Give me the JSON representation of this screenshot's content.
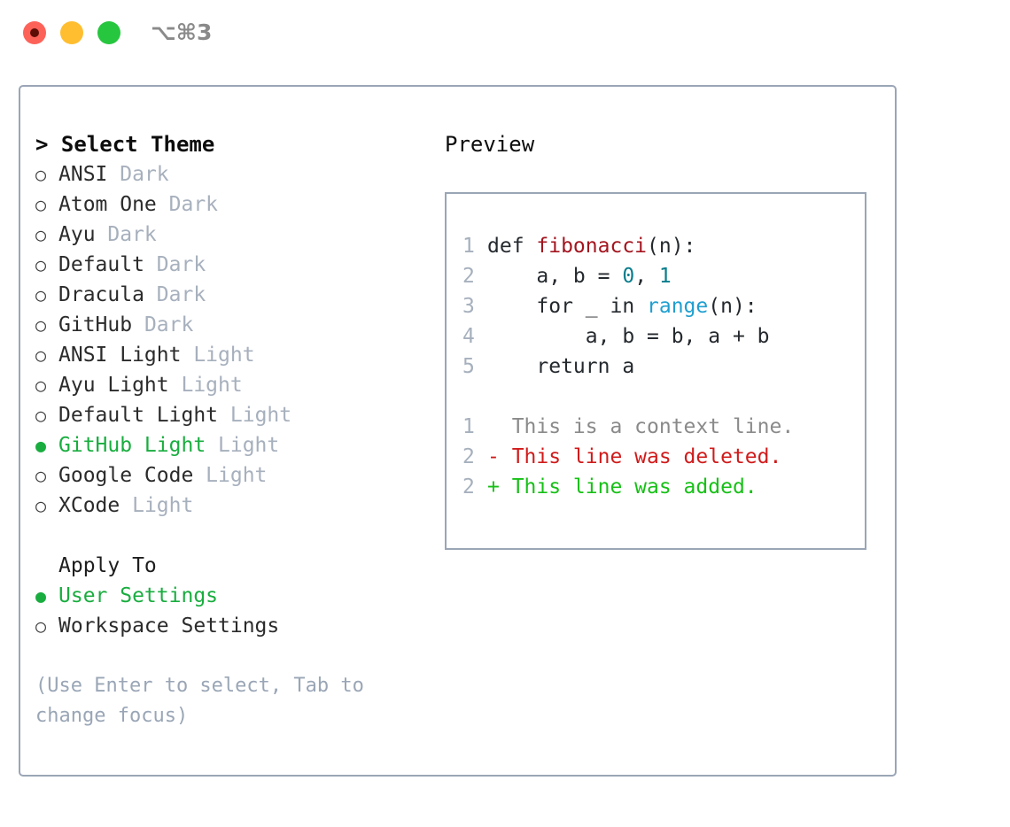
{
  "titlebar": {
    "shortcut": "⌥⌘3",
    "lights": [
      "close",
      "minimize",
      "maximize"
    ]
  },
  "left": {
    "heading": "> Select Theme",
    "marker_selected": "●",
    "marker_unselected": "○",
    "themes": [
      {
        "name": "ANSI",
        "variant": "Dark",
        "selected": false
      },
      {
        "name": "Atom One",
        "variant": "Dark",
        "selected": false
      },
      {
        "name": "Ayu",
        "variant": "Dark",
        "selected": false
      },
      {
        "name": "Default",
        "variant": "Dark",
        "selected": false
      },
      {
        "name": "Dracula",
        "variant": "Dark",
        "selected": false
      },
      {
        "name": "GitHub",
        "variant": "Dark",
        "selected": false
      },
      {
        "name": "ANSI Light",
        "variant": "Light",
        "selected": false
      },
      {
        "name": "Ayu Light",
        "variant": "Light",
        "selected": false
      },
      {
        "name": "Default Light",
        "variant": "Light",
        "selected": false
      },
      {
        "name": "GitHub Light",
        "variant": "Light",
        "selected": true
      },
      {
        "name": "Google Code",
        "variant": "Light",
        "selected": false
      },
      {
        "name": "XCode",
        "variant": "Light",
        "selected": false
      }
    ],
    "apply_to_heading": "Apply To",
    "apply_to": [
      {
        "label": "User Settings",
        "selected": true
      },
      {
        "label": "Workspace Settings",
        "selected": false
      }
    ],
    "hint": "(Use Enter to select, Tab to change focus)"
  },
  "preview": {
    "title": "Preview",
    "code": [
      {
        "no": "1",
        "tokens": [
          {
            "t": "def ",
            "c": "plain"
          },
          {
            "t": "fibonacci",
            "c": "fn"
          },
          {
            "t": "(n):",
            "c": "plain"
          }
        ]
      },
      {
        "no": "2",
        "tokens": [
          {
            "t": "    a, b = ",
            "c": "plain"
          },
          {
            "t": "0",
            "c": "num"
          },
          {
            "t": ", ",
            "c": "plain"
          },
          {
            "t": "1",
            "c": "num"
          }
        ]
      },
      {
        "no": "3",
        "tokens": [
          {
            "t": "    for _ in ",
            "c": "plain"
          },
          {
            "t": "range",
            "c": "call"
          },
          {
            "t": "(n):",
            "c": "plain"
          }
        ]
      },
      {
        "no": "4",
        "tokens": [
          {
            "t": "        a, b = b, a + b",
            "c": "plain"
          }
        ]
      },
      {
        "no": "5",
        "tokens": [
          {
            "t": "    return a",
            "c": "plain"
          }
        ]
      }
    ],
    "diff": [
      {
        "no": "1",
        "text": "  This is a context line.",
        "kind": "ctx"
      },
      {
        "no": "2",
        "text": "- This line was deleted.",
        "kind": "del"
      },
      {
        "no": "2",
        "text": "+ This line was added.",
        "kind": "add"
      }
    ]
  },
  "colors": {
    "accent_green": "#19ad3f",
    "border": "#9aa6b6",
    "muted": "#a7b0bd",
    "code_fn": "#a3151f",
    "code_num": "#0a7d8c",
    "code_call": "#1f9fd0",
    "diff_del": "#d01b1b",
    "diff_add": "#17c017"
  }
}
